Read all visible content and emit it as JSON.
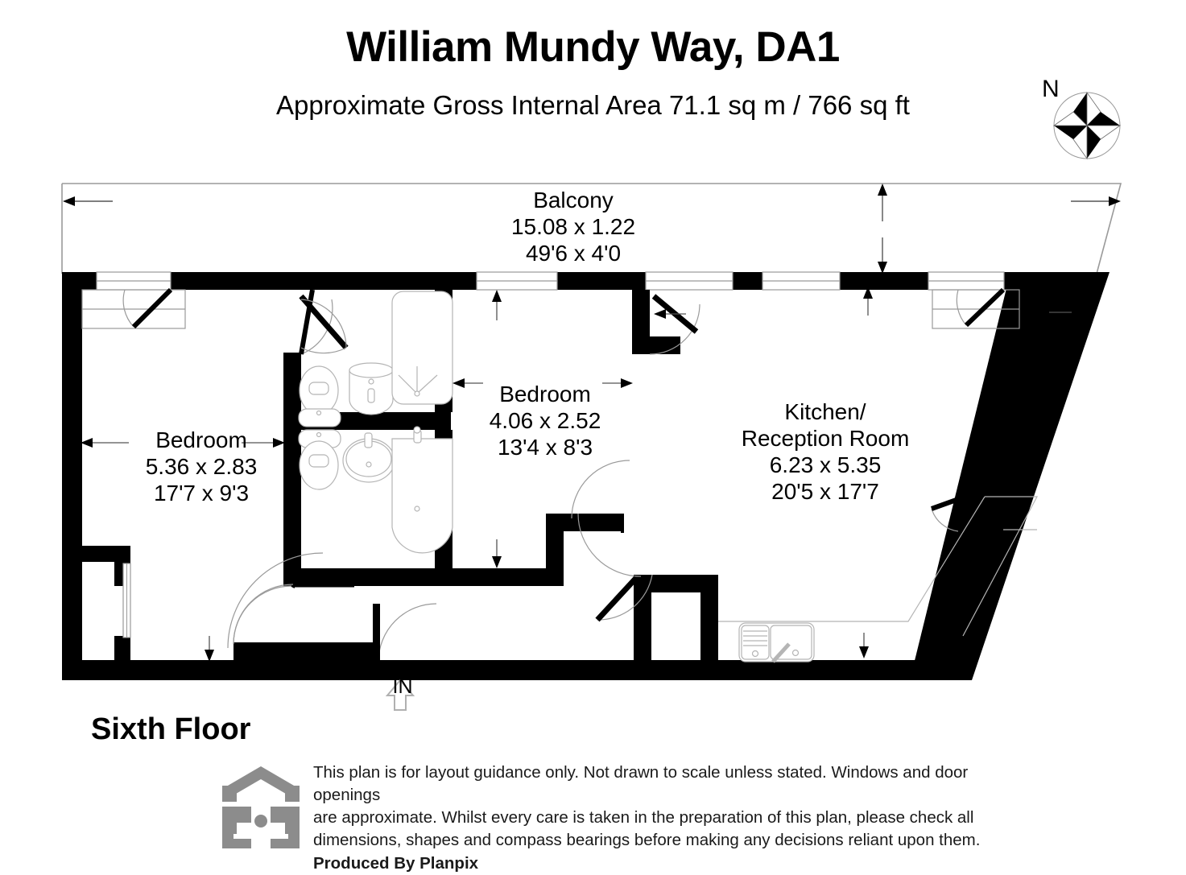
{
  "header": {
    "title": "William Mundy Way, DA1",
    "subtitle": "Approximate Gross Internal Area 71.1 sq m / 766 sq ft"
  },
  "compass": {
    "label": "N",
    "icon": "compass-rose-icon"
  },
  "rooms": [
    {
      "id": "balcony",
      "name": "Balcony",
      "metric": "15.08 x 1.22",
      "imperial": "49'6 x 4'0"
    },
    {
      "id": "bedroom-left",
      "name": "Bedroom",
      "metric": "5.36 x 2.83",
      "imperial": "17'7 x 9'3"
    },
    {
      "id": "bedroom-middle",
      "name": "Bedroom",
      "metric": "4.06 x 2.52",
      "imperial": "13'4 x 8'3"
    },
    {
      "id": "kitchen-reception",
      "name": "Kitchen/",
      "name2": "Reception Room",
      "metric": "6.23 x 5.35",
      "imperial": "20'5 x 17'7"
    }
  ],
  "floor": {
    "label": "Sixth Floor"
  },
  "entrance": {
    "label": "IN",
    "icon": "entrance-arrow-icon"
  },
  "footer": {
    "logo": "planpix-house-icon",
    "line1": "This plan is for layout guidance only. Not drawn to scale unless stated. Windows and door openings",
    "line2": "are approximate. Whilst every care is taken in the preparation of this plan, please check all",
    "line3": "dimensions, shapes and compass bearings before making any decisions reliant upon them.",
    "producer": "Produced By Planpix"
  },
  "colors": {
    "wall": "#000000",
    "thin_line": "#9a9a9a",
    "fixture_line": "#b0b0b0",
    "logo_gray": "#8c8c8c",
    "background": "#ffffff"
  }
}
